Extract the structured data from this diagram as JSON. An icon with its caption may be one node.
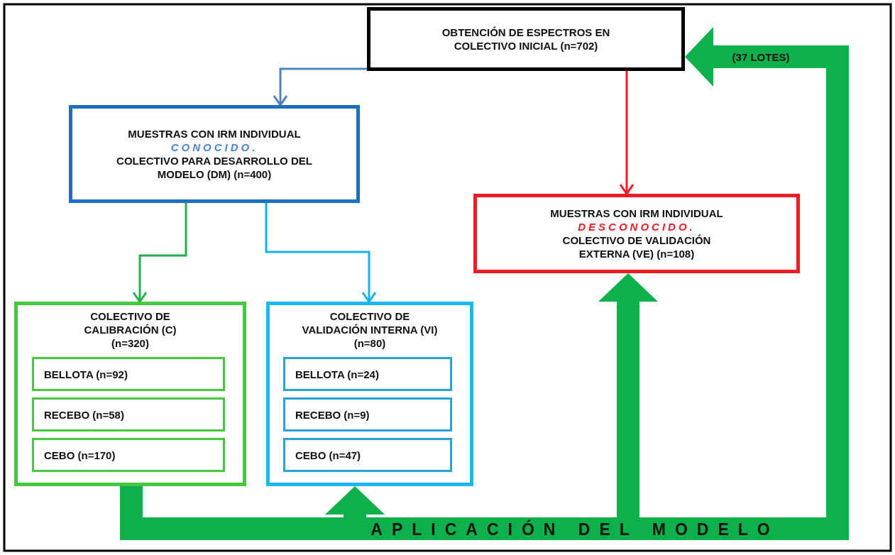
{
  "diagram": {
    "nodes": [
      {
        "text": [
          "OBTENCIÓN DE ESPECTROS EN COLECTIVO  INICIAL (n=702)"
        ]
      },
      {
        "text": [
          "MUESTRAS CON IRM INDIVIDUAL",
          "CONOCIDO.",
          "COLECTIVO PARA DESARROLLO DEL MODELO (DM) (n=400)"
        ]
      },
      {
        "text": [
          "MUESTRAS CON IRM INDIVIDUAL",
          "DESCONOCIDO.",
          "COLECTIVO DE VALIDACIÓN EXTERNA (VE) (n=108)"
        ]
      },
      {
        "text": [
          "COLECTIVO DE CALIBRACIÓN (C) (n=320)"
        ]
      },
      {
        "text": [
          "BELLOTA (n=92)"
        ],
        "in": 3
      },
      {
        "text": [
          "RECEBO (n=58)"
        ],
        "in": 3
      },
      {
        "text": [
          "CEBO (n=170)"
        ],
        "in": 3
      },
      {
        "text": [
          "COLECTIVO DE VALIDACIÓN INTERNA (VI) (n=80)"
        ]
      },
      {
        "text": [
          "BELLOTA (n=24)"
        ],
        "in": 7
      },
      {
        "text": [
          "RECEBO (n=9)"
        ],
        "in": 7
      },
      {
        "text": [
          "CEBO (n=47)"
        ],
        "in": 7
      }
    ],
    "edges": [
      {
        "from": 0,
        "to": 1,
        "arrow": "to",
        "color": "#4f81bd"
      },
      {
        "from": 0,
        "to": 2,
        "arrow": "to",
        "color": "#ee1c24"
      },
      {
        "from": 1,
        "to": 3,
        "arrow": "to",
        "color": "#22b14c"
      },
      {
        "from": 1,
        "to": 7,
        "arrow": "to",
        "color": "#1ab0ec"
      },
      {
        "from": 3,
        "to": 7,
        "arrow": "to",
        "style": "thick"
      },
      {
        "from": 3,
        "to": 2,
        "arrow": "to",
        "style": "thick"
      },
      {
        "from": 3,
        "to": 0,
        "arrow": "to",
        "style": "thick",
        "label": "(37 LOTES)"
      }
    ],
    "labels": [
      "APLICACIÓN DEL MODELO"
    ]
  }
}
